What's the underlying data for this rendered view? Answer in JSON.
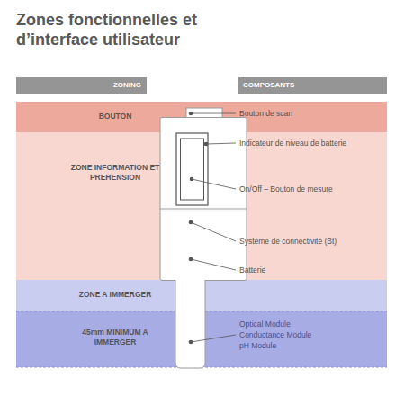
{
  "diagram": {
    "title": "Zones fonctionnelles et d’interface utilisateur",
    "nodes": [
      {
        "text": [
          "ZONING"
        ]
      },
      {
        "text": [
          "COMPOSANTS"
        ]
      },
      {
        "text": [
          "BOUTON"
        ]
      },
      {
        "text": [
          "ZONE INFORMATION ET PREHENSION"
        ]
      },
      {
        "text": [
          "ZONE A IMMERGER"
        ]
      },
      {
        "text": [
          "45mm MINIMUM A IMMERGER"
        ]
      }
    ],
    "labels": [
      "Bouton de scan",
      "Indicateur de niveau de batterie",
      "On/Off – Bouton de mesure",
      "Système de connectivité (Bt)",
      "Batterie",
      "Optical Module",
      "Conductance Module",
      "pH Module"
    ]
  }
}
